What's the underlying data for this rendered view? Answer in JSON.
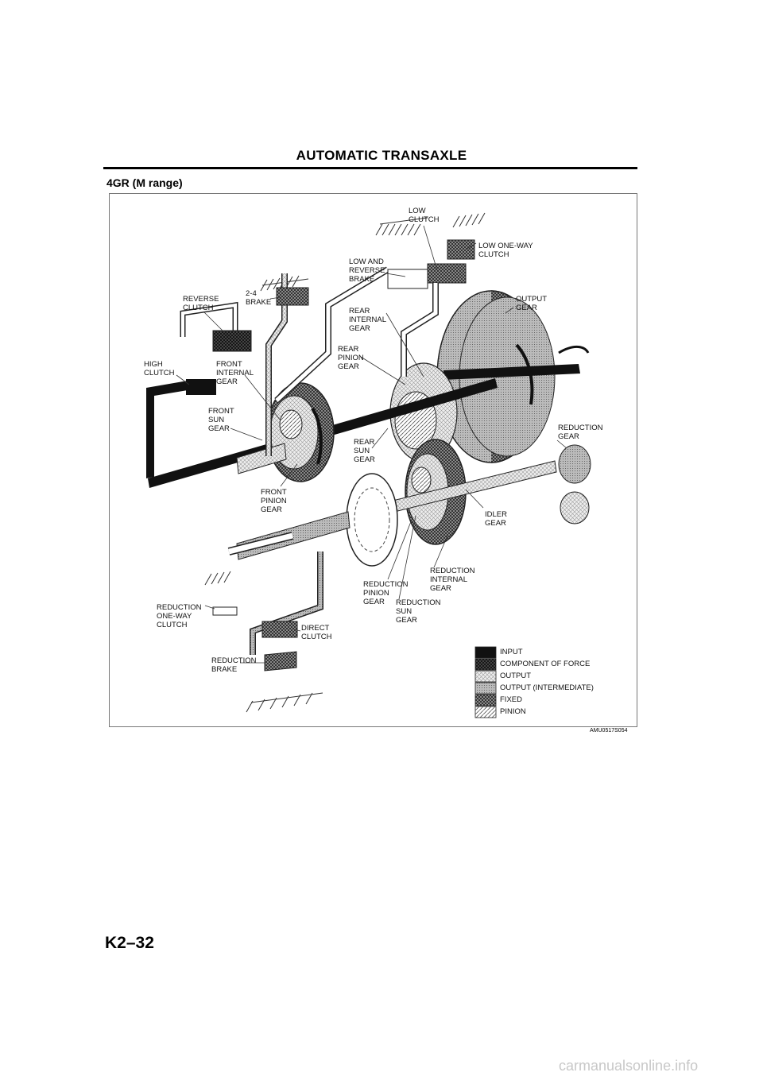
{
  "header": {
    "title": "AUTOMATIC TRANSAXLE"
  },
  "section": {
    "title": "4GR (M range)"
  },
  "diagram": {
    "labels": {
      "low_clutch": "LOW\nCLUTCH",
      "low_one_way_clutch": "LOW ONE-WAY\nCLUTCH",
      "low_and_reverse_brake": "LOW AND\nREVERSE\nBRAKE",
      "two_four_brake": "2-4\nBRAKE",
      "reverse_clutch": "REVERSE\nCLUTCH",
      "output_gear": "OUTPUT\nGEAR",
      "rear_internal_gear": "REAR\nINTERNAL\nGEAR",
      "rear_pinion_gear": "REAR\nPINION\nGEAR",
      "high_clutch": "HIGH\nCLUTCH",
      "front_internal_gear": "FRONT\nINTERNAL\nGEAR",
      "front_sun_gear": "FRONT\nSUN\nGEAR",
      "rear_sun_gear": "REAR\nSUN\nGEAR",
      "reduction_gear": "REDUCTION\nGEAR",
      "front_pinion_gear": "FRONT\nPINION\nGEAR",
      "idler_gear": "IDLER\nGEAR",
      "reduction_internal_gear": "REDUCTION\nINTERNAL\nGEAR",
      "reduction_pinion_gear": "REDUCTION\nPINION\nGEAR",
      "reduction_sun_gear": "REDUCTION\nSUN\nGEAR",
      "reduction_one_way_clutch": "REDUCTION\nONE-WAY\nCLUTCH",
      "direct_clutch": "DIRECT\nCLUTCH",
      "reduction_brake": "REDUCTION\nBRAKE"
    },
    "legend": [
      {
        "label": "INPUT",
        "pattern": "solid-black"
      },
      {
        "label": "COMPONENT OF FORCE",
        "pattern": "dark-crosshatch"
      },
      {
        "label": "OUTPUT",
        "pattern": "light-crosshatch"
      },
      {
        "label": "OUTPUT (INTERMEDIATE)",
        "pattern": "gray-dots"
      },
      {
        "label": "FIXED",
        "pattern": "gray-checker"
      },
      {
        "label": "PINION",
        "pattern": "diagonal-hatch"
      }
    ],
    "figure_code": "AMU0517S054"
  },
  "footer": {
    "page_number": "K2–32",
    "watermark": "carmanualsonline.info"
  }
}
